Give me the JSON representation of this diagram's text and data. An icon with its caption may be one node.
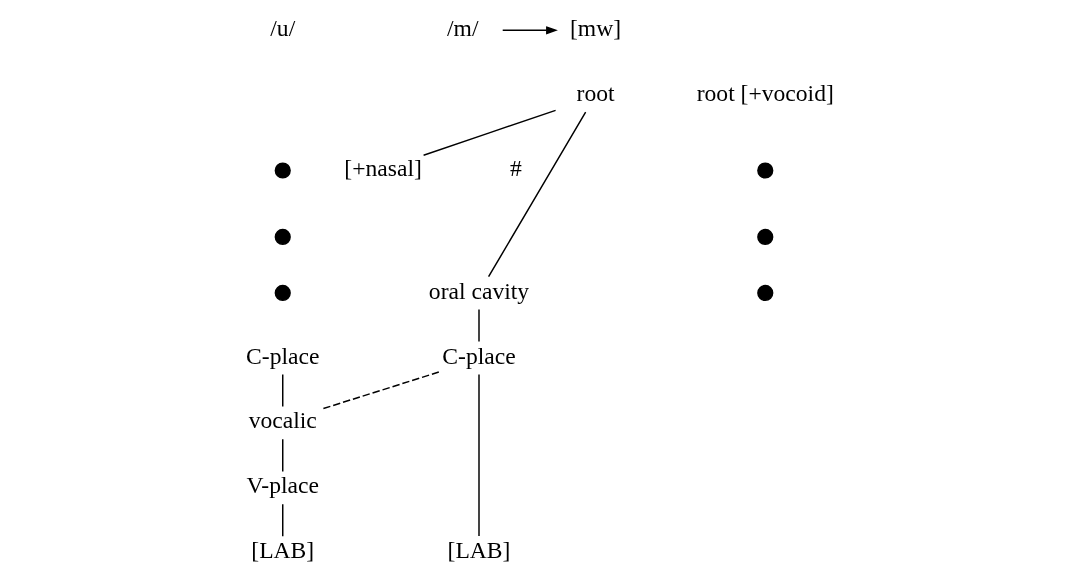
{
  "diagram": {
    "nodes": [
      {
        "text": [
          "/u/"
        ]
      },
      {
        "text": [
          "/m/"
        ]
      },
      {
        "text": [
          "[mw]"
        ]
      },
      {
        "text": [
          "root"
        ]
      },
      {
        "text": [
          "root [+vocoid]"
        ]
      },
      {
        "text": [],
        "shape": "circle"
      },
      {
        "text": [],
        "shape": "circle"
      },
      {
        "text": [
          "[+nasal]"
        ]
      },
      {
        "text": [],
        "shape": "circle"
      },
      {
        "text": [],
        "shape": "circle"
      },
      {
        "text": [],
        "shape": "circle"
      },
      {
        "text": [
          "oral cavity"
        ]
      },
      {
        "text": [],
        "shape": "circle"
      },
      {
        "text": [
          "C-place"
        ]
      },
      {
        "text": [
          "C-place"
        ]
      },
      {
        "text": [
          "vocalic"
        ]
      },
      {
        "text": [
          "V-place"
        ]
      },
      {
        "text": [
          "[LAB]"
        ]
      },
      {
        "text": [
          "[LAB]"
        ]
      }
    ],
    "edges": [
      {
        "from": 1,
        "to": 2,
        "arrow": "to"
      },
      {
        "from": 3,
        "to": 7,
        "arrow": "none"
      },
      {
        "from": 3,
        "to": 11,
        "arrow": "none"
      },
      {
        "from": 11,
        "to": 14,
        "arrow": "none"
      },
      {
        "from": 13,
        "to": 15,
        "arrow": "none"
      },
      {
        "from": 14,
        "to": 15,
        "arrow": "none",
        "style": "dashed"
      },
      {
        "from": 15,
        "to": 16,
        "arrow": "none"
      },
      {
        "from": 16,
        "to": 17,
        "arrow": "none"
      },
      {
        "from": 14,
        "to": 18,
        "arrow": "none"
      }
    ],
    "labels": [
      "#"
    ]
  }
}
